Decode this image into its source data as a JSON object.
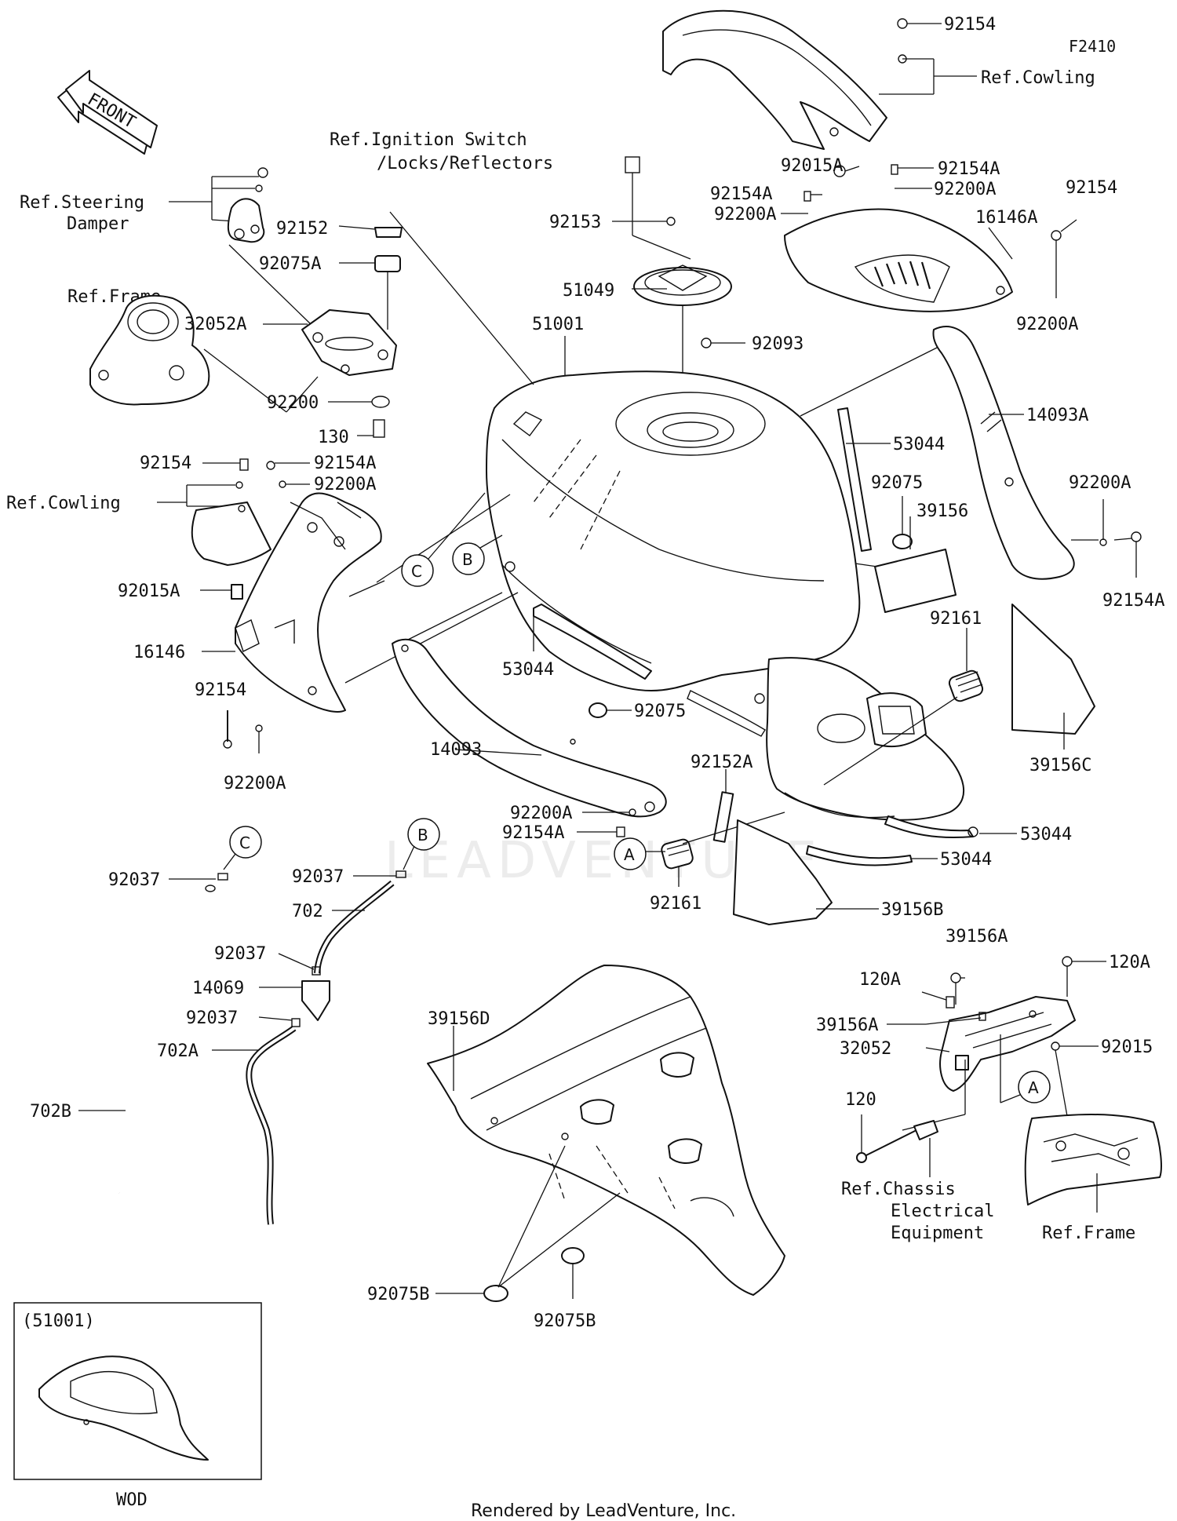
{
  "figure_code": "F2410",
  "front_label": "FRONT",
  "footer": "Rendered by LeadVenture, Inc.",
  "watermark": "LEADVENTURE",
  "inset": {
    "title": "(51001)",
    "caption": "WOD"
  },
  "callouts": {
    "a": "A",
    "b": "B",
    "c": "C"
  },
  "refs": {
    "ignition_1": "Ref.Ignition Switch",
    "ignition_2": "/Locks/Reflectors",
    "steering_1": "Ref.Steering",
    "steering_2": "Damper",
    "frame_top": "Ref.Frame",
    "cowling_left": "Ref.Cowling",
    "cowling_top": "Ref.Cowling",
    "chassis_1": "Ref.Chassis",
    "chassis_2": "Electrical",
    "chassis_3": "Equipment",
    "frame_bottom": "Ref.Frame"
  },
  "parts": {
    "p92154_top": "92154",
    "p92015A_top": "92015A",
    "p92154A_r1": "92154A",
    "p92200A_r1": "92200A",
    "p92154A_r2": "92154A",
    "p92200A_r2": "92200A",
    "p92154_r": "92154",
    "p16146A": "16146A",
    "p92200A_r3": "92200A",
    "p92153": "92153",
    "p51049": "51049",
    "p92093": "92093",
    "p51001": "51001",
    "p92152": "92152",
    "p92075A": "92075A",
    "p32052A": "32052A",
    "p92200": "92200",
    "p130": "130",
    "p14093A": "14093A",
    "p53044_a": "53044",
    "p92075_a": "92075",
    "p39156": "39156",
    "p92200A_r4": "92200A",
    "p92154A_r3": "92154A",
    "p92154_l": "92154",
    "p92154A_l": "92154A",
    "p92200A_l": "92200A",
    "p92015A_l": "92015A",
    "p16146": "16146",
    "p92154_l2": "92154",
    "p92200A_l2": "92200A",
    "p53044_b": "53044",
    "p92075_b": "92075",
    "p92161_a": "92161",
    "p39156C": "39156C",
    "p14093": "14093",
    "p92152A": "92152A",
    "p92200A_m": "92200A",
    "p92154A_m": "92154A",
    "p53044_c": "53044",
    "p53044_d": "53044",
    "p92161_b": "92161",
    "p39156B": "39156B",
    "p92037_a": "92037",
    "p92037_b": "92037",
    "p702": "702",
    "p92037_c": "92037",
    "p14069": "14069",
    "p92037_d": "92037",
    "p702A": "702A",
    "p702B": "702B",
    "p39156D": "39156D",
    "p92075B_a": "92075B",
    "p92075B_b": "92075B",
    "p39156A_a": "39156A",
    "p120A_a": "120A",
    "p120A_b": "120A",
    "p39156A_b": "39156A",
    "p32052": "32052",
    "p92015": "92015",
    "p120": "120"
  }
}
